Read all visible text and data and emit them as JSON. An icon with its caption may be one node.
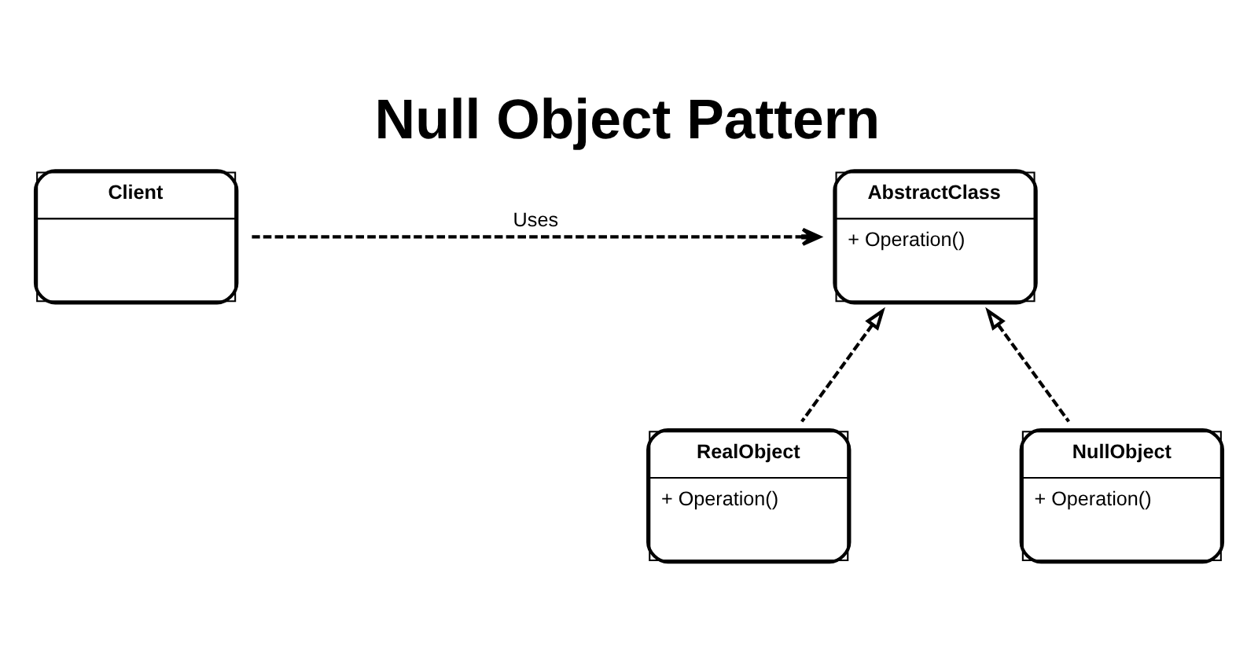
{
  "diagram": {
    "title": "Null Object Pattern",
    "nodes": [
      {
        "text": [
          "Client"
        ]
      },
      {
        "text": [
          "AbstractClass",
          "+ Operation()"
        ]
      },
      {
        "text": [
          "RealObject",
          "+ Operation()"
        ]
      },
      {
        "text": [
          "NullObject",
          "+ Operation()"
        ]
      }
    ],
    "edges": [
      {
        "from": 0,
        "to": 1,
        "arrow": "to",
        "label": "Uses",
        "style": "dashed"
      },
      {
        "from": 2,
        "to": 1,
        "arrow": "to",
        "style": "dashed"
      },
      {
        "from": 3,
        "to": 1,
        "arrow": "to",
        "style": "dashed"
      }
    ]
  }
}
